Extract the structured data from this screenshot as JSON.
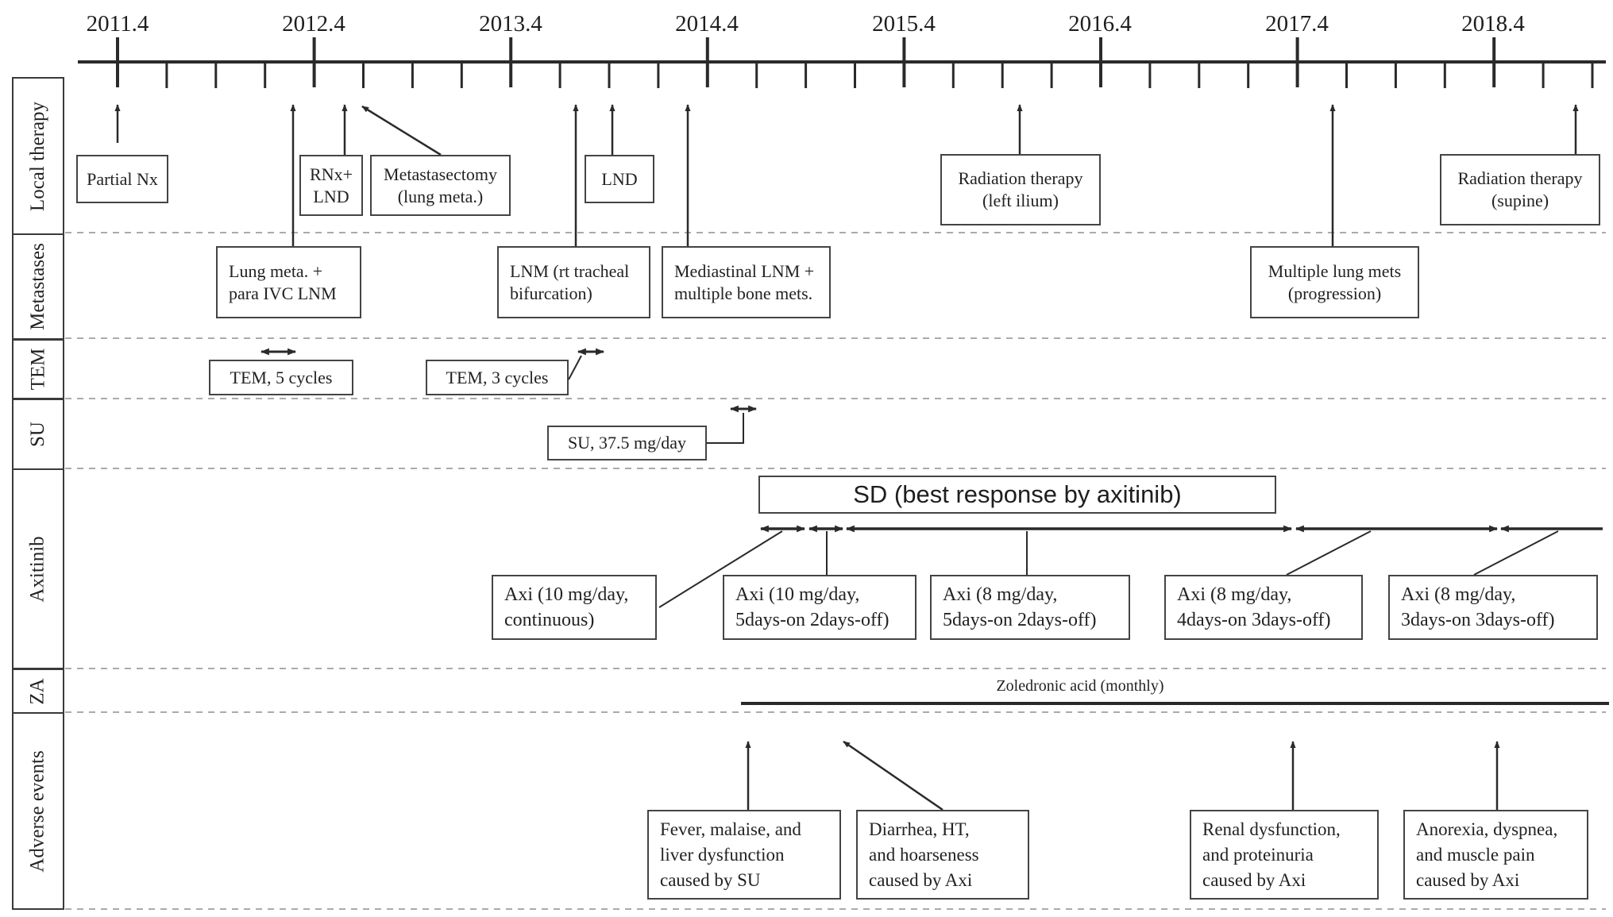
{
  "timeline": {
    "years": [
      "2011.4",
      "2012.4",
      "2013.4",
      "2014.4",
      "2015.4",
      "2016.4",
      "2017.4",
      "2018.4"
    ]
  },
  "rows": {
    "local": "Local therapy",
    "mets": "Metastases",
    "tem": "TEM",
    "su": "SU",
    "axi": "Axitinib",
    "za": "ZA",
    "ae": "Adverse events"
  },
  "local_therapy": {
    "partial_nx": "Partial Nx",
    "rnx": [
      "RNx+",
      "LND"
    ],
    "metastasectomy": [
      "Metastasectomy",
      "(lung meta.)"
    ],
    "lnd": "LND",
    "radiation1": [
      "Radiation therapy",
      "(left ilium)"
    ],
    "radiation2": [
      "Radiation therapy",
      "(supine)"
    ]
  },
  "metastases": {
    "lung_meta": [
      "Lung meta. +",
      "para IVC LNM"
    ],
    "lnm_tracheal": [
      "LNM (rt tracheal",
      "bifurcation)"
    ],
    "mediastinal": [
      "Mediastinal LNM +",
      "multiple bone mets."
    ],
    "multiple_lung": [
      "Multiple lung mets",
      "(progression)"
    ]
  },
  "tem": {
    "course1": "TEM, 5 cycles",
    "course2": "TEM, 3 cycles"
  },
  "su": {
    "course": "SU, 37.5 mg/day"
  },
  "axitinib": {
    "best_response": "SD (best response by axitinib)",
    "dose1": [
      "Axi (10 mg/day,",
      "continuous)"
    ],
    "dose2": [
      "Axi (10 mg/day,",
      "5days-on 2days-off)"
    ],
    "dose3": [
      "Axi (8 mg/day,",
      "5days-on 2days-off)"
    ],
    "dose4": [
      "Axi (8 mg/day,",
      "4days-on 3days-off)"
    ],
    "dose5": [
      "Axi (8 mg/day,",
      "3days-on 3days-off)"
    ]
  },
  "za": {
    "label": "Zoledronic acid (monthly)"
  },
  "adverse_events": {
    "ae1": [
      "Fever, malaise, and",
      "liver dysfunction",
      "caused by SU"
    ],
    "ae2": [
      "Diarrhea, HT,",
      "and hoarseness",
      "caused by Axi"
    ],
    "ae3": [
      "Renal dysfunction,",
      "and proteinuria",
      "caused by Axi"
    ],
    "ae4": [
      "Anorexia, dyspnea,",
      "and muscle pain",
      "caused by Axi"
    ]
  },
  "colors": {
    "line": "#2a2a2a",
    "dashed": "#aaaaaa",
    "border": "#444444"
  }
}
